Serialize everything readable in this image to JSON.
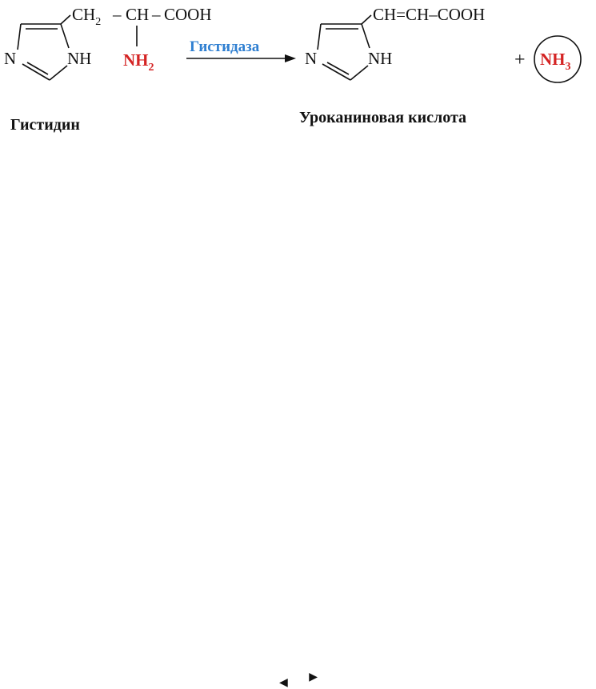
{
  "colors": {
    "leaving_group": "#d42323",
    "enzyme": "#2f7fd1",
    "text": "#111111"
  },
  "histidine": {
    "ring_nh": "NH",
    "ring_n": "N",
    "ch2": "CH",
    "ch2_sub": "2",
    "dash1": "–",
    "ch": "CH",
    "dash2": "–",
    "cooh": "COOH",
    "amino": "NH",
    "amino_sub": "2",
    "caption": "Гистидин"
  },
  "arrow": {
    "enzyme_label": "Гистидаза"
  },
  "urocanic_acid": {
    "ring_nh": "NH",
    "ring_n": "N",
    "chain": "CH=CH–COOH",
    "caption": "Уроканиновая кислота"
  },
  "byproduct": {
    "plus": "+",
    "formula": "NH",
    "formula_sub": "3"
  },
  "nav": {
    "prev": "◀",
    "next": "▶"
  }
}
